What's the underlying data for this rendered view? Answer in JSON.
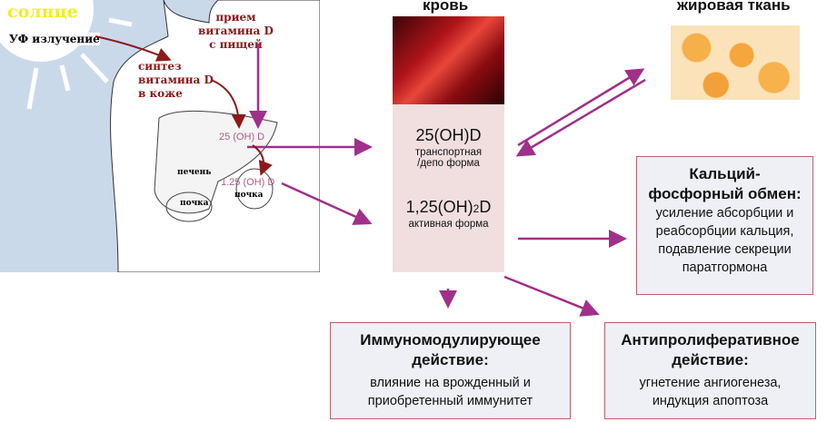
{
  "left": {
    "sun": "солнце",
    "uv": "УФ излучение",
    "food": [
      "прием",
      "витамина D",
      "с пищей"
    ],
    "synth": [
      "синтез",
      "витамина D",
      "в коже"
    ],
    "liver_metab": "25 (OH) D",
    "kidney_metab": "1.25 (OH) D",
    "liver": "печень",
    "kidney1": "почка",
    "kidney2": "почка"
  },
  "blood": {
    "title": "кровь",
    "form1": "25(OH)D",
    "form1_desc1": "транспортная",
    "form1_desc2": "/депо форма",
    "form2_a": "1,25(OH)",
    "form2_sub": "2",
    "form2_b": "D",
    "form2_desc": "активная форма"
  },
  "fat": {
    "title": "жировая ткань"
  },
  "calcium": {
    "title1": "Кальций-",
    "title2": "фосфорный обмен:",
    "desc": [
      "усиление абсорбции и",
      "реабсорбции кальция,",
      "подавление секреции",
      "паратгормона"
    ]
  },
  "immuno": {
    "title1": "Иммуномодулирующее",
    "title2": "действие:",
    "desc": [
      "влияние на врожденный и",
      "приобретенный иммунитет"
    ]
  },
  "antiprolif": {
    "title1": "Антипролиферативное",
    "title2": "действие:",
    "desc": [
      "угнетение ангиогенеза,",
      "индукция апоптоза"
    ]
  },
  "colors": {
    "arrow": "#a0308a",
    "text_red": "#8b1a1a"
  }
}
